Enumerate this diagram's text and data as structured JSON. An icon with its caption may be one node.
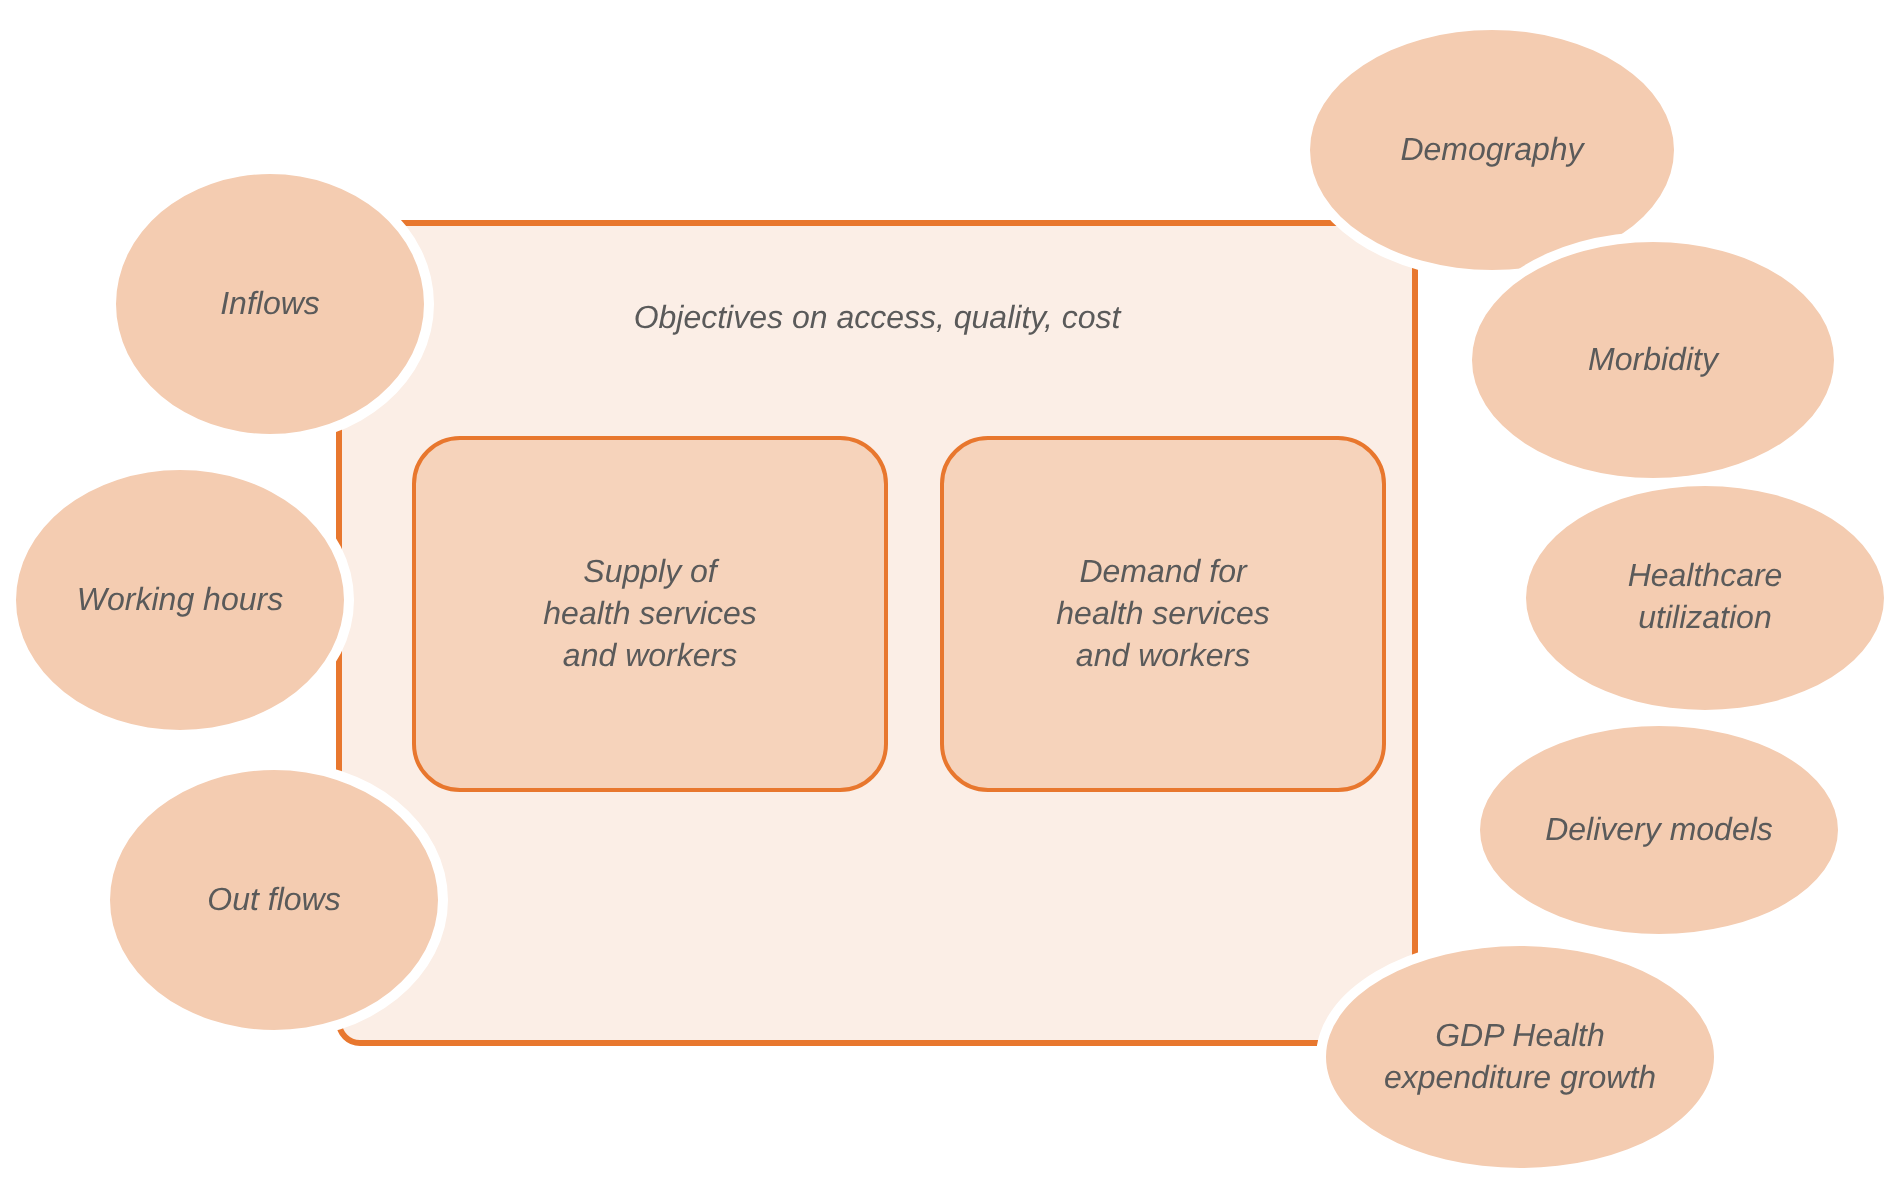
{
  "diagram": {
    "nodes": [
      {
        "text": [
          "Objectives on access, quality, cost"
        ]
      },
      {
        "text": [
          "Supply of health services and workers"
        ],
        "in": 0
      },
      {
        "text": [
          "Demand for health services and workers"
        ],
        "in": 0
      },
      {
        "text": [
          "Inflows"
        ]
      },
      {
        "text": [
          "Working hours"
        ]
      },
      {
        "text": [
          "Out flows"
        ]
      },
      {
        "text": [
          "Demography"
        ]
      },
      {
        "text": [
          "Morbidity"
        ]
      },
      {
        "text": [
          "Healthcare utilization"
        ]
      },
      {
        "text": [
          "Delivery models"
        ]
      },
      {
        "text": [
          "GDP Health expenditure growth"
        ]
      }
    ]
  }
}
